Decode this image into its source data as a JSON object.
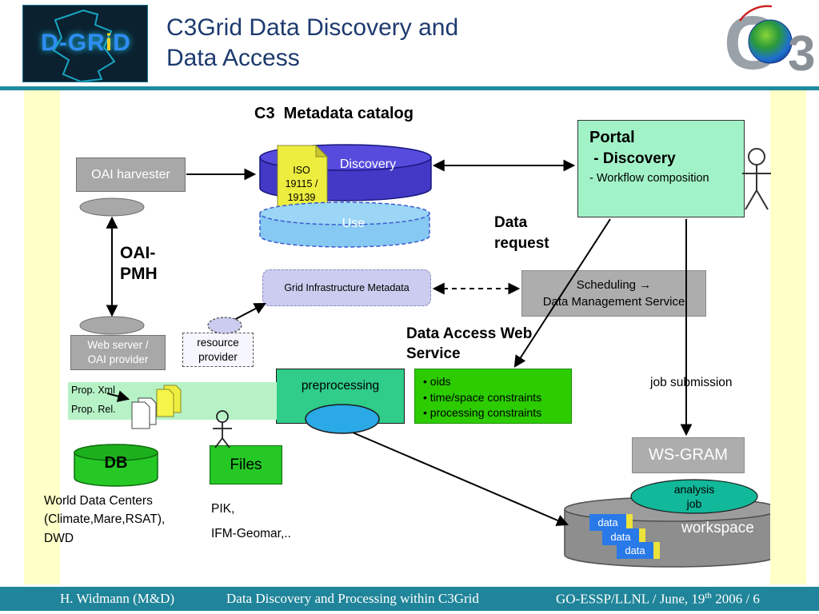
{
  "header": {
    "title": "C3Grid Data Discovery and\nData Access",
    "dgrid_logo": {
      "part1": "D-GR",
      "part2": "i",
      "part3": "D"
    },
    "c3_logo": {
      "c": "C",
      "three": "3"
    }
  },
  "footer": {
    "author": "H. Widmann (M&D)",
    "center": "Data Discovery and Processing  within C3Grid",
    "right_pre": "GO-ESSP/LLNL / June, 19",
    "right_sup": "th",
    "right_post": " 2006 / 6"
  },
  "diagram": {
    "catalog_title": "C3  Metadata catalog",
    "discovery_label": "Discovery",
    "use_label": "Use",
    "iso_doc": "ISO\n19115 /\n19139",
    "oai_harvester": "OAI harvester",
    "oai_pmh": "OAI-\nPMH",
    "web_server": "Web server /\nOAI provider",
    "resource_provider": "resource\nprovider",
    "grid_infra": "Grid Infrastructure Metadata",
    "portal_line1": "Portal",
    "portal_line2": " - Discovery",
    "portal_line3": "- Workflow composition",
    "data_request": "Data\nrequest",
    "scheduling": "Scheduling →\nData Management Service",
    "data_access_ws": "Data Access Web\nService",
    "constraints": [
      "• oids",
      "• time/space constraints",
      "• processing constraints"
    ],
    "preprocessing": "preprocessing",
    "prop_xml": "Prop. Xml",
    "prop_rel": "Prop. Rel.",
    "db": "DB",
    "files": "Files",
    "world_data_centers": "World Data Centers\n(Climate,Mare,RSAT),\nDWD",
    "pik": "PIK,\nIFM-Geomar,..",
    "job_submission": "job submission",
    "ws_gram": "WS-GRAM",
    "workspace": "workspace",
    "analysis_job": "analysis\njob",
    "data_box": "data"
  },
  "colors": {
    "teal": "#1f8a9e",
    "pale_yellow": "#ffffc8",
    "title_navy": "#1c3a6e",
    "cylinder_blue": "#4339c6",
    "use_blue": "#86c9f2",
    "portal_green": "#a2f2c8",
    "bright_green": "#2ccc00",
    "teal_green": "#2fcc8a",
    "pale_green": "#b6f2c6",
    "grey_box": "#a8a8a8",
    "lavender": "#ccccf0",
    "doc_yellow": "#eded3f",
    "data_blue": "#2979e8",
    "analysis_teal": "#12b89a"
  }
}
